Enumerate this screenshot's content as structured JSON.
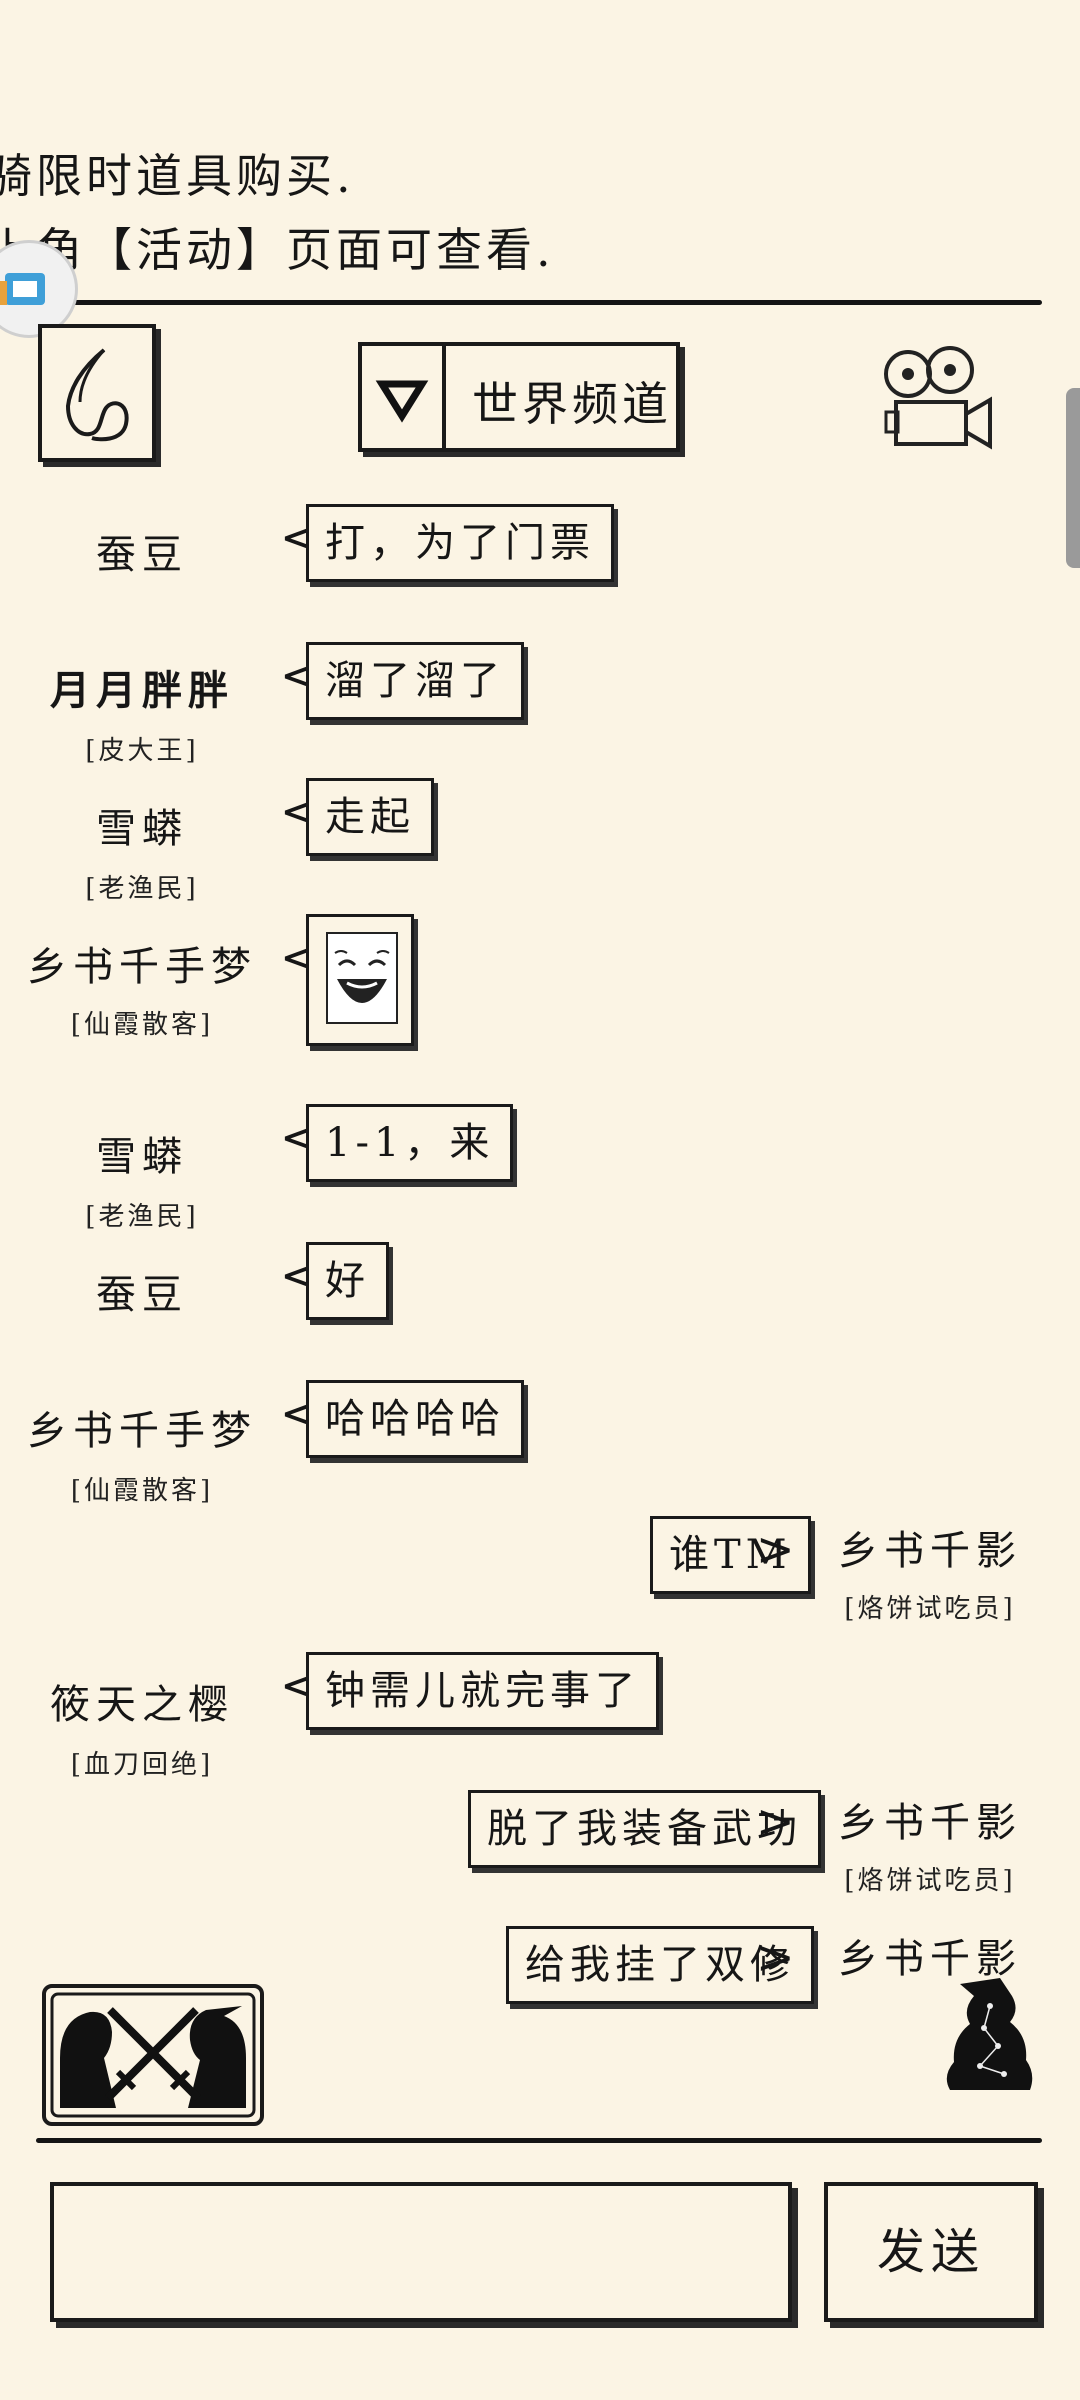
{
  "notice": {
    "line1": "骑限时道具购买.",
    "line2": "上角【活动】页面可查看."
  },
  "header": {
    "back_icon": "back-arrow-icon",
    "channel_dropdown_icon": "triangle-down-icon",
    "channel_label": "世界频道",
    "camera_icon": "film-camera-icon"
  },
  "messages": [
    {
      "name": "蚕豆",
      "title": "",
      "text": "打，为了门票",
      "side": "left"
    },
    {
      "name": "月月胖胖",
      "title": "[皮大王]",
      "text": "溜了溜了",
      "side": "left"
    },
    {
      "name": "雪蟒",
      "title": "[老渔民]",
      "text": "走起",
      "side": "left"
    },
    {
      "name": "乡书千手梦",
      "title": "[仙霞散客]",
      "text": "",
      "emoji": "laughing-face-emoji",
      "side": "left"
    },
    {
      "name": "雪蟒",
      "title": "[老渔民]",
      "text": "1-1，来",
      "side": "left"
    },
    {
      "name": "蚕豆",
      "title": "",
      "text": "好",
      "side": "left"
    },
    {
      "name": "乡书千手梦",
      "title": "[仙霞散客]",
      "text": "哈哈哈哈",
      "side": "left"
    },
    {
      "name": "乡书千影",
      "title": "[烙饼试吃员]",
      "text": "谁TM",
      "side": "right"
    },
    {
      "name": "筱天之樱",
      "title": "[血刀回绝]",
      "text": "钟需儿就完事了",
      "side": "left"
    },
    {
      "name": "乡书千影",
      "title": "[烙饼试吃员]",
      "text": "脱了我装备武功",
      "side": "right"
    },
    {
      "name": "乡书千影",
      "title": "",
      "text": "给我挂了双修",
      "side": "right"
    }
  ],
  "bottom": {
    "duel_icon": "crossed-swords-duel-icon",
    "character_icon": "meditating-figure-icon",
    "input_placeholder": "",
    "send_label": "发送"
  }
}
